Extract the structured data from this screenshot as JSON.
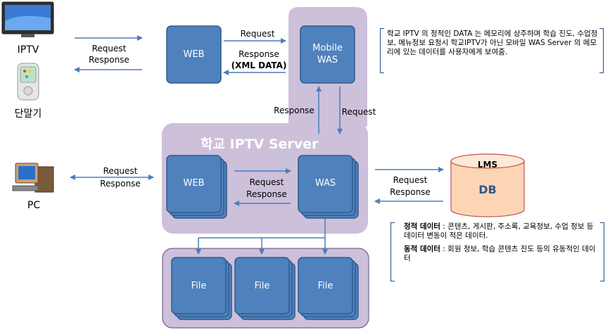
{
  "devices": {
    "iptv": "IPTV",
    "handheld": "단말기",
    "pc": "PC"
  },
  "top": {
    "web": "WEB",
    "mobile_was": [
      "Mobile",
      "WAS"
    ],
    "request": "Request",
    "response": "Response",
    "xml": "(XML DATA)",
    "client_request": "Request",
    "client_response": "Response"
  },
  "server": {
    "title": "학교 IPTV Server",
    "web": "WEB",
    "was": "WAS",
    "request": "Request",
    "response": "Response",
    "pc_request": "Request",
    "pc_response": "Response",
    "up_response": "Response",
    "down_request": "Request"
  },
  "files": [
    "File",
    "File",
    "File"
  ],
  "db": {
    "lms": "LMS",
    "db": "DB",
    "request": "Request",
    "response": "Response"
  },
  "notes": {
    "top_note": "학교 IPTV 의 정적인 DATA 는 메모리에 상주하며 학습 진도, 수업정보, 메뉴정보 요청시 학교IPTV가 아닌 모바일 WAS Server 의 메모리에 있는 데이터를 사용자에게 보여줌.",
    "static_title": "정적 데이터",
    "static_body": " : 콘텐츠, 게시판, 주소록, 교육정보, 수업 정보 등 데이터 변동이 적은 데이터.",
    "dynamic_title": "동적 데이터",
    "dynamic_body": " : 회원 정보, 학습 콘텐츠 진도 등의 유동적인 데이터"
  },
  "colors": {
    "box_fill": "#4f81bd",
    "box_border": "#2f5a8f",
    "panel_fill": "#ccc0da",
    "panel_border": "#8064a2",
    "arrow": "#4a7ebb",
    "db_fill": "#fcd5b4",
    "db_border": "#c0504d"
  }
}
